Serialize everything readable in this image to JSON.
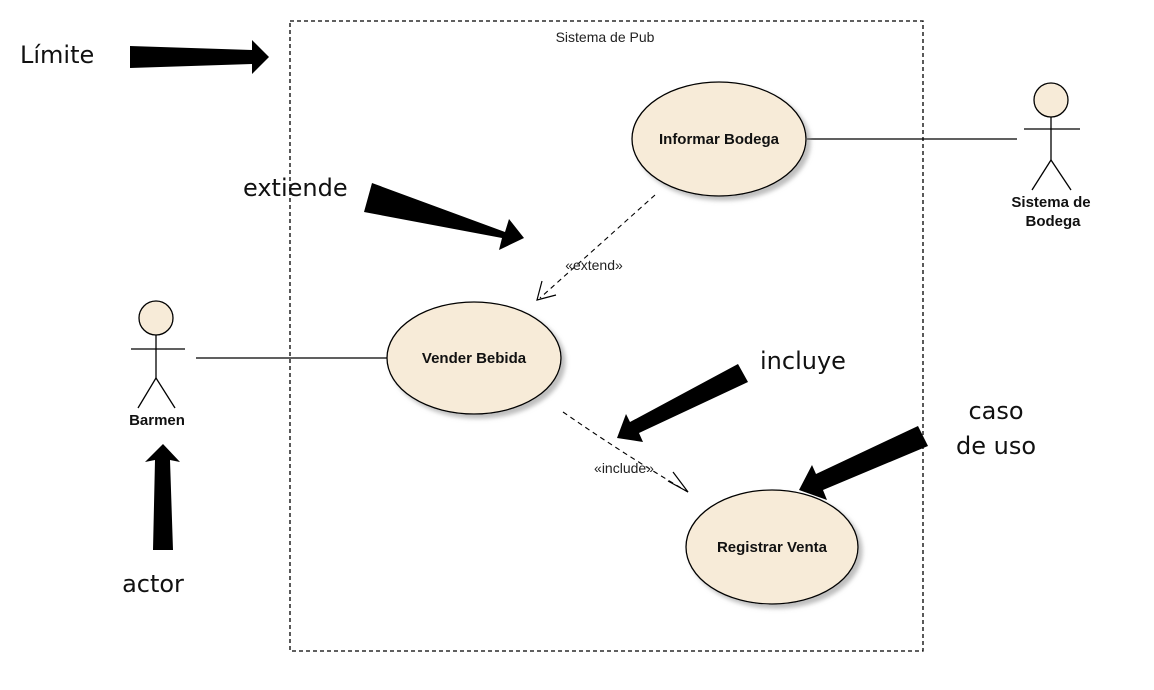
{
  "boundary": {
    "title": "Sistema de Pub"
  },
  "use_cases": {
    "informar": "Informar Bodega",
    "vender": "Vender Bebida",
    "registrar": "Registrar Venta"
  },
  "actors": {
    "barmen": "Barmen",
    "sistema_line1": "Sistema de",
    "sistema_line2": "Bodega"
  },
  "stereotypes": {
    "extend": "«extend»",
    "include": "«include»"
  },
  "annotations": {
    "limite": "Límite",
    "extiende": "extiende",
    "incluye": "incluye",
    "caso_line1": "caso",
    "caso_line2": "de uso",
    "actor": "actor"
  },
  "colors": {
    "usecase_fill": "#f7ebd8",
    "usecase_stroke": "#000000",
    "actor_head_fill": "#f7ebd8",
    "annotation_arrow": "#000000"
  }
}
